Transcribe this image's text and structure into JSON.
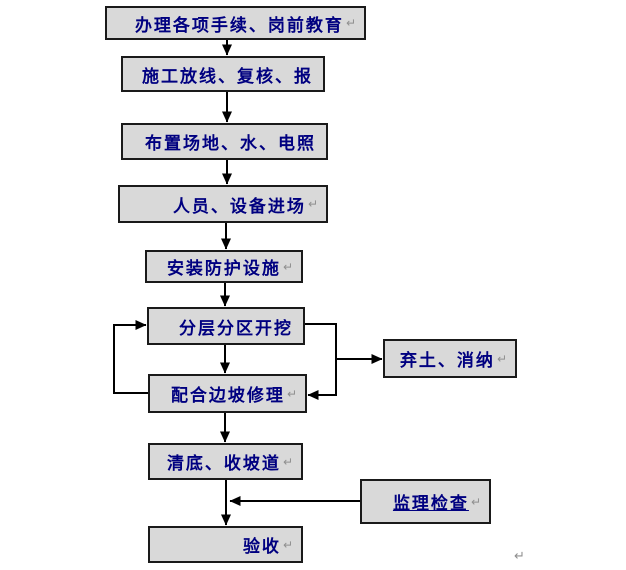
{
  "page": {
    "background": "#ffffff",
    "stray_paragraph_mark": "↵"
  },
  "diagram": {
    "type": "flowchart",
    "direction": "top-down",
    "colors": {
      "node_fill": "#d9d9d9",
      "node_border": "#1a1a1a",
      "node_text": "#000080",
      "connector": "#000000",
      "paragraph_mark": "#8f8f8f"
    },
    "nodes": [
      {
        "id": "formalities-training",
        "label": "办理各项手续、岗前教育",
        "return_mark": "↵",
        "underline": false
      },
      {
        "id": "setting-out-check-report",
        "label": "施工放线、复核、报",
        "return_mark": "",
        "underline": false
      },
      {
        "id": "site-water-power-layout",
        "label": "布置场地、水、电照",
        "return_mark": "",
        "underline": false
      },
      {
        "id": "personnel-equipment-entry",
        "label": "人员、设备进场",
        "return_mark": "↵",
        "underline": false
      },
      {
        "id": "install-protection",
        "label": "安装防护设施",
        "return_mark": "↵",
        "underline": false
      },
      {
        "id": "layered-zoned-excavation",
        "label": "分层分区开挖",
        "return_mark": "",
        "underline": false
      },
      {
        "id": "slope-trimming",
        "label": "配合边坡修理",
        "return_mark": "↵",
        "underline": false
      },
      {
        "id": "clean-base-ramp",
        "label": "清底、收坡道",
        "return_mark": "↵",
        "underline": false
      },
      {
        "id": "spoil-disposal",
        "label": "弃土、消纳",
        "return_mark": "↵",
        "underline": false
      },
      {
        "id": "supervision-inspection",
        "label": "监理检查",
        "return_mark": "↵",
        "underline": true
      },
      {
        "id": "acceptance",
        "label": "验收",
        "return_mark": "↵",
        "underline": false
      }
    ],
    "edges": [
      {
        "from": "formalities-training",
        "to": "setting-out-check-report",
        "style": "straight-down"
      },
      {
        "from": "setting-out-check-report",
        "to": "site-water-power-layout",
        "style": "straight-down"
      },
      {
        "from": "site-water-power-layout",
        "to": "personnel-equipment-entry",
        "style": "straight-down"
      },
      {
        "from": "personnel-equipment-entry",
        "to": "install-protection",
        "style": "straight-down"
      },
      {
        "from": "install-protection",
        "to": "layered-zoned-excavation",
        "style": "straight-down"
      },
      {
        "from": "layered-zoned-excavation",
        "to": "slope-trimming",
        "style": "straight-down"
      },
      {
        "from": "slope-trimming",
        "to": "layered-zoned-excavation",
        "style": "feedback-loop-left"
      },
      {
        "from": "layered-zoned-excavation",
        "to": "spoil-disposal",
        "style": "branch-right"
      },
      {
        "from": "layered-zoned-excavation",
        "to": "slope-trimming",
        "style": "right-side-path"
      },
      {
        "from": "slope-trimming",
        "to": "clean-base-ramp",
        "style": "straight-down"
      },
      {
        "from": "clean-base-ramp",
        "to": "acceptance",
        "style": "straight-down"
      },
      {
        "from": "supervision-inspection",
        "to": "clean-base-ramp-acceptance-line",
        "style": "joins-from-right"
      }
    ]
  }
}
